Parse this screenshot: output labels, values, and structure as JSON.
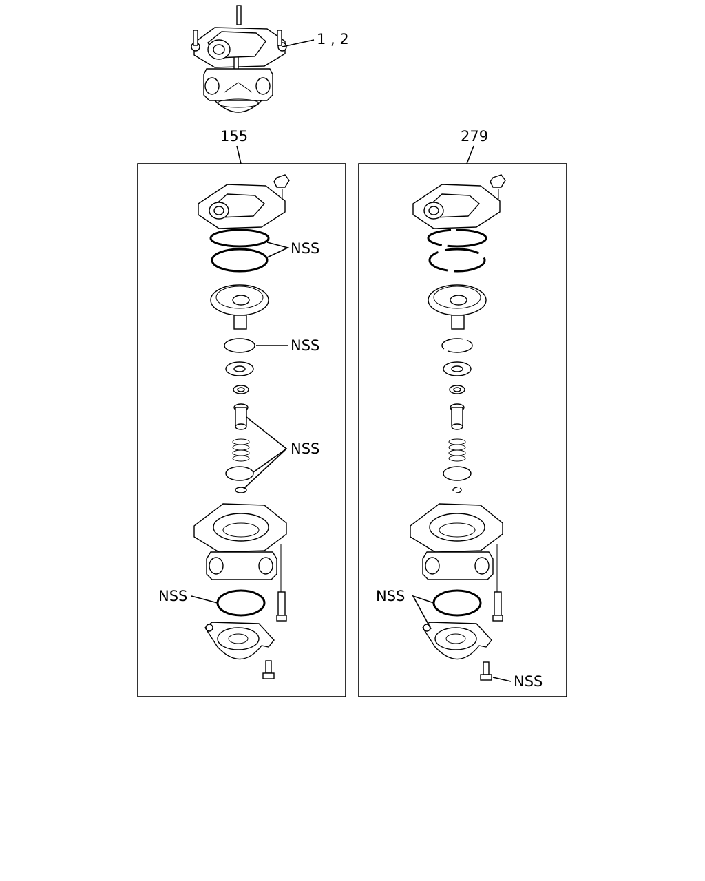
{
  "callouts": {
    "top_assembly": "1 , 2",
    "kit_left": "155",
    "kit_right": "279"
  },
  "left_panel": {
    "nss_rings": "NSS",
    "nss_snap_ring": "NSS",
    "nss_valve_parts": "NSS",
    "nss_bottom_ring": "NSS"
  },
  "right_panel": {
    "nss_bottom_parts": "NSS",
    "nss_screw": "NSS"
  }
}
